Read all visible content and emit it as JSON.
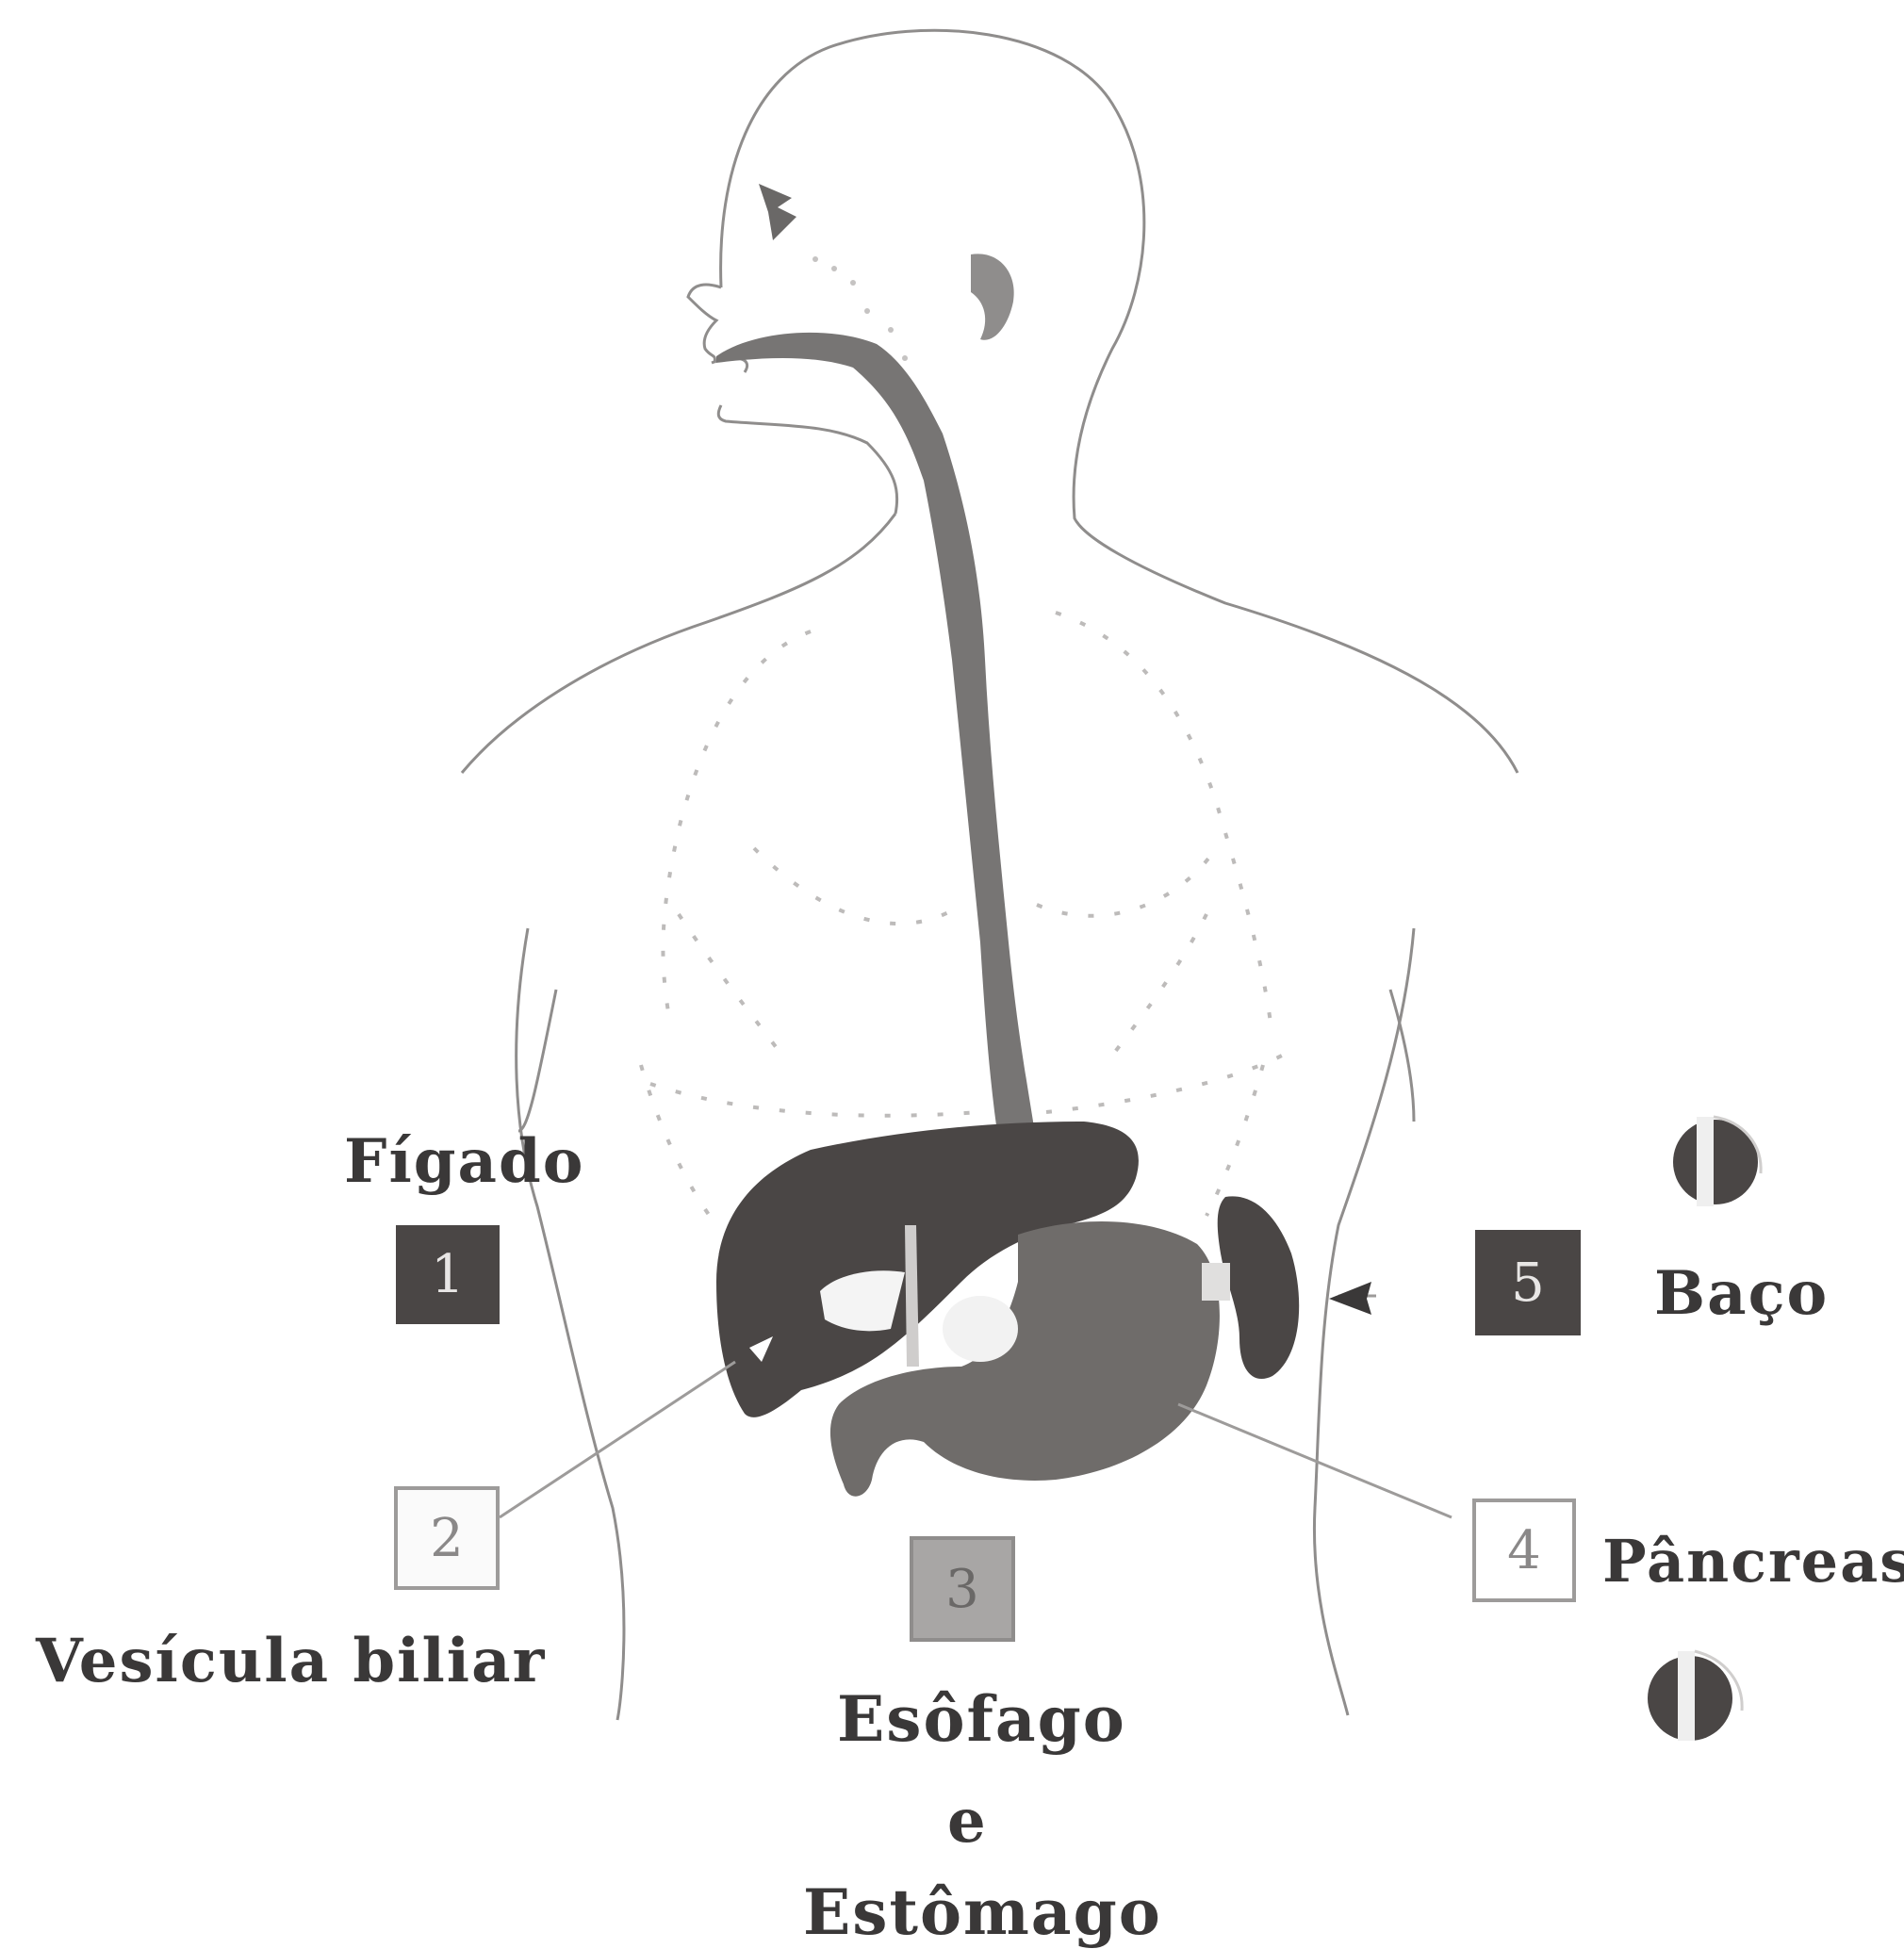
{
  "labels": {
    "liver": "Fígado",
    "gallbladder": "Vesícula biliar",
    "esophagus_stomach_1": "Esôfago",
    "esophagus_stomach_2": "e",
    "esophagus_stomach_3": "Estômago",
    "spleen": "Baço",
    "pancreas": "Pâncreas"
  },
  "markers": {
    "liver": "1",
    "gallbladder": "2",
    "esophagus_stomach": "3",
    "pancreas": "4",
    "spleen": "5"
  },
  "colors": {
    "outline": "#8a8888",
    "dark_organ": "#4a4645",
    "mid_organ": "#6f6c6a",
    "esophagus": "#777574",
    "box1_fill": "#4a4645",
    "box2_fill": "#fafafa",
    "box3_fill": "#a8a6a5",
    "box4_fill": "#ffffff",
    "box5_fill": "#4a4645"
  },
  "icons": [
    "lightbulb-icon",
    "lightbulb-icon"
  ]
}
